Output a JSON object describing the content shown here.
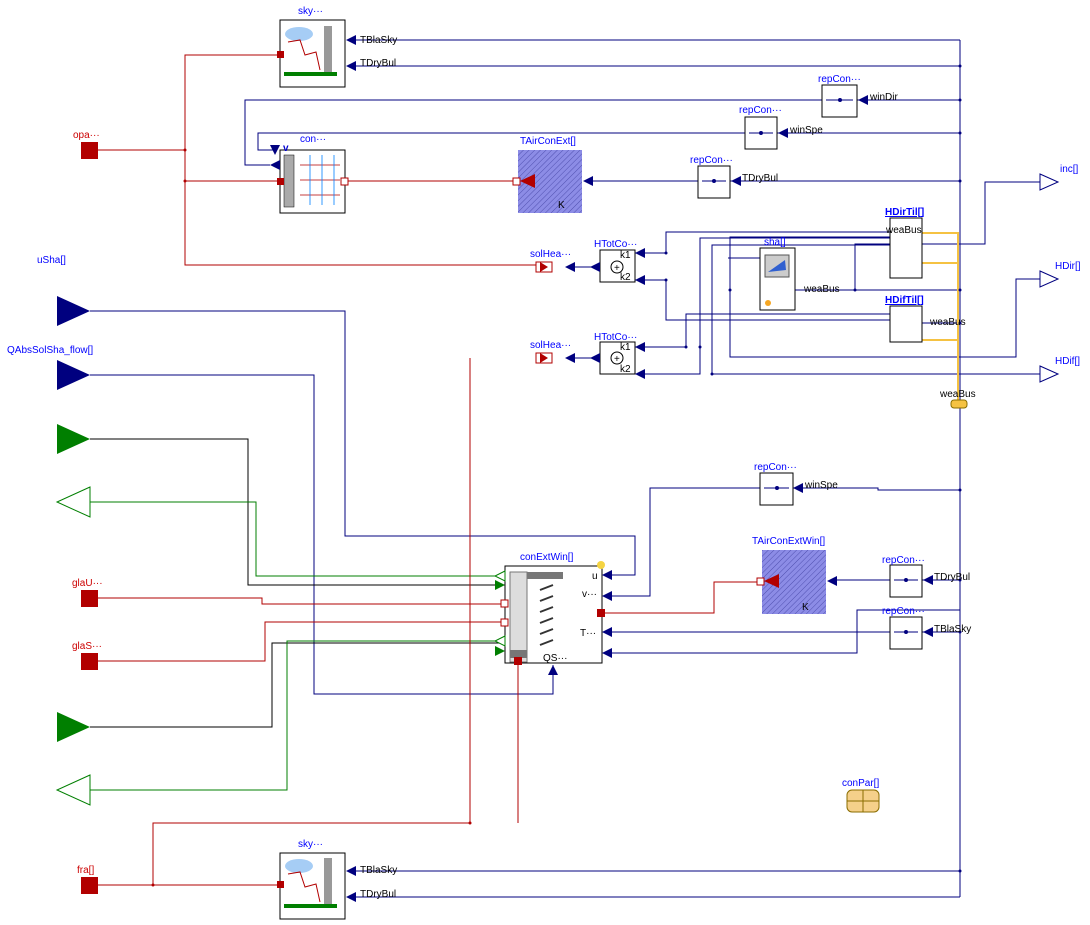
{
  "colors": {
    "signal_blue": "#00007f",
    "heat_red": "#b20000",
    "bus_yellow": "#f5c242",
    "input_green": "#007f00",
    "label_blue": "#0000ff",
    "temp_block": "#8c8ce6"
  },
  "components": {
    "sky_top": "sky···",
    "sky_bottom": "sky···",
    "con": "con···",
    "con_v": "v",
    "tAirConExt": "TAirConExt[]",
    "tAirConExt_k": "K",
    "repCon_winDir": "repCon···",
    "repCon_winSpe": "repCon···",
    "repCon_tDryBul": "repCon···",
    "repCon_winSpe2": "repCon···",
    "repCon_tDryBul2": "repCon···",
    "repCon_tBlaSky2": "repCon···",
    "hDirTil": "HDirTil[]",
    "hDifTil": "HDifTil[]",
    "sha": "sha[]",
    "hTotCo1": "HTotCo···",
    "hTotCo2": "HTotCo···",
    "solHea1": "solHea···",
    "solHea2": "solHea···",
    "conExtWin": "conExtWin[]",
    "tAirConExtWin": "TAirConExtWin[]",
    "tAirConExtWin_k": "K",
    "conPar": "conPar[]"
  },
  "ports": {
    "k1": "k1",
    "k2": "k2",
    "plus": "+",
    "u": "u",
    "v": "v···",
    "t": "T···",
    "qs": "QS···"
  },
  "connectors_left": {
    "opa": "opa···",
    "uSha": "uSha[]",
    "qAbsSolSha": "QAbsSolSha_flow[]",
    "glaU": "glaU···",
    "glaS": "glaS···",
    "fra": "fra[]"
  },
  "connectors_right": {
    "inc": "inc[]",
    "hDir": "HDir[]",
    "hDif": "HDif[]",
    "weaBus": "weaBus"
  },
  "signals": {
    "tBlaSky_top": "TBlaSky",
    "tDryBul_top": "TDryBul",
    "winDir": "winDir",
    "winSpe": "winSpe",
    "tDryBul_con": "TDryBul",
    "weaBus_til": "weaBus",
    "weaBus_sha": "weaBus",
    "weaBus_dif": "weaBus",
    "winSpe2": "winSpe",
    "tDryBul2": "TDryBul",
    "tBlaSky2": "TBlaSky",
    "tBlaSky_bottom": "TBlaSky",
    "tDryBul_bottom": "TDryBul"
  }
}
